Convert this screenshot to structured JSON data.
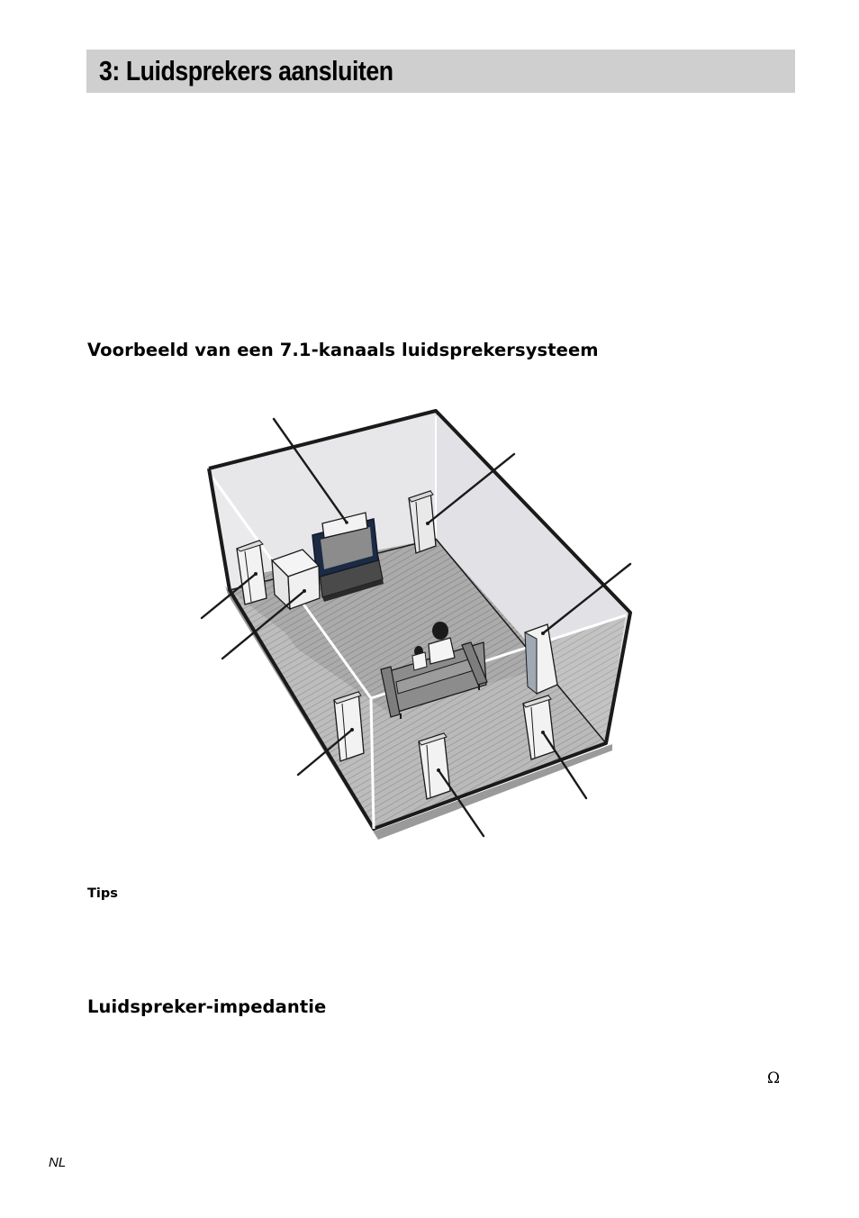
{
  "page": {
    "title": "3: Luidsprekers aansluiten",
    "section_1_heading": "Voorbeeld van een 7.1-kanaals luidsprekersysteem",
    "tips_label": "Tips",
    "section_2_heading": "Luidspreker-impedantie",
    "ohm_symbol": "Ω",
    "language_marker": "NL"
  },
  "figure": {
    "colors": {
      "wall_fill": "#e6e6e9",
      "floor_fill": "#a9a9a9",
      "stripes": "#8a8a8a",
      "outline": "#1a1a1a",
      "tv_frame": "#1c2a44",
      "tv_screen": "#8c8c8c",
      "sofa": "#8e8e8e",
      "speaker": "#f2f2f2"
    },
    "objects": [
      "room",
      "tv",
      "center-speaker",
      "front-left-speaker",
      "front-right-speaker",
      "subwoofer",
      "listener-on-sofa",
      "surround-left-speaker",
      "surround-right-speaker",
      "surround-back-left-speaker",
      "surround-back-right-speaker"
    ]
  }
}
